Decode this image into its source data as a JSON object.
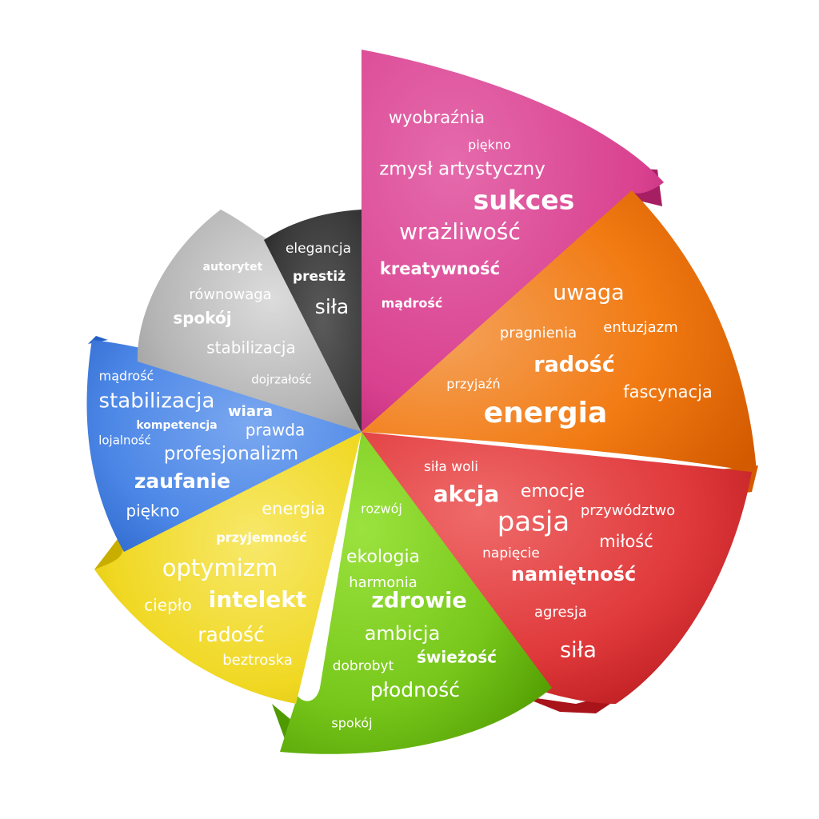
{
  "segments": [
    {
      "key": "magenta",
      "color": "#d9418f",
      "words": [
        {
          "text": "wyobraźnia"
        },
        {
          "text": "piękno"
        },
        {
          "text": "zmysł artystyczny"
        },
        {
          "text": "sukces",
          "bold": true
        },
        {
          "text": "wrażliwość"
        },
        {
          "text": "kreatywność",
          "bold": true
        },
        {
          "text": "mądrość",
          "bold": true
        }
      ]
    },
    {
      "key": "orange",
      "color": "#f27a12",
      "words": [
        {
          "text": "uwaga"
        },
        {
          "text": "pragnienia"
        },
        {
          "text": "entuzjazm"
        },
        {
          "text": "radość",
          "bold": true
        },
        {
          "text": "przyjaźń"
        },
        {
          "text": "fascynacja"
        },
        {
          "text": "energia",
          "bold": true
        }
      ]
    },
    {
      "key": "red",
      "color": "#e0393b",
      "words": [
        {
          "text": "siła woli"
        },
        {
          "text": "akcja",
          "bold": true
        },
        {
          "text": "emocje"
        },
        {
          "text": "pasja"
        },
        {
          "text": "przywództwo"
        },
        {
          "text": "miłość"
        },
        {
          "text": "napięcie"
        },
        {
          "text": "namiętność",
          "bold": true
        },
        {
          "text": "agresja"
        },
        {
          "text": "siła"
        }
      ]
    },
    {
      "key": "green",
      "color": "#78c81c",
      "words": [
        {
          "text": "rozwój"
        },
        {
          "text": "ekologia"
        },
        {
          "text": "harmonia"
        },
        {
          "text": "zdrowie",
          "bold": true
        },
        {
          "text": "ambicja"
        },
        {
          "text": "dobrobyt"
        },
        {
          "text": "świeżość",
          "bold": true
        },
        {
          "text": "płodność"
        },
        {
          "text": "spokój"
        }
      ]
    },
    {
      "key": "yellow",
      "color": "#f0d822",
      "words": [
        {
          "text": "energia"
        },
        {
          "text": "przyjemność",
          "bold": true
        },
        {
          "text": "optymizm"
        },
        {
          "text": "ciepło"
        },
        {
          "text": "intelekt",
          "bold": true
        },
        {
          "text": "radość"
        },
        {
          "text": "beztroska"
        }
      ]
    },
    {
      "key": "blue",
      "color": "#4b86e6",
      "words": [
        {
          "text": "mądrość"
        },
        {
          "text": "stabilizacja"
        },
        {
          "text": "wiara",
          "bold": true
        },
        {
          "text": "kompetencja",
          "bold": true
        },
        {
          "text": "prawda"
        },
        {
          "text": "lojalność"
        },
        {
          "text": "profesjonalizm"
        },
        {
          "text": "zaufanie",
          "bold": true
        },
        {
          "text": "piękno"
        }
      ]
    },
    {
      "key": "gray",
      "color": "#b4b4b4",
      "words": [
        {
          "text": "autorytet",
          "bold": true
        },
        {
          "text": "równowaga"
        },
        {
          "text": "spokój",
          "bold": true
        },
        {
          "text": "stabilizacja"
        },
        {
          "text": "dojrzałość"
        }
      ]
    },
    {
      "key": "black",
      "color": "#3a3a3a",
      "words": [
        {
          "text": "elegancja"
        },
        {
          "text": "prestiż",
          "bold": true
        },
        {
          "text": "siła"
        }
      ]
    }
  ]
}
